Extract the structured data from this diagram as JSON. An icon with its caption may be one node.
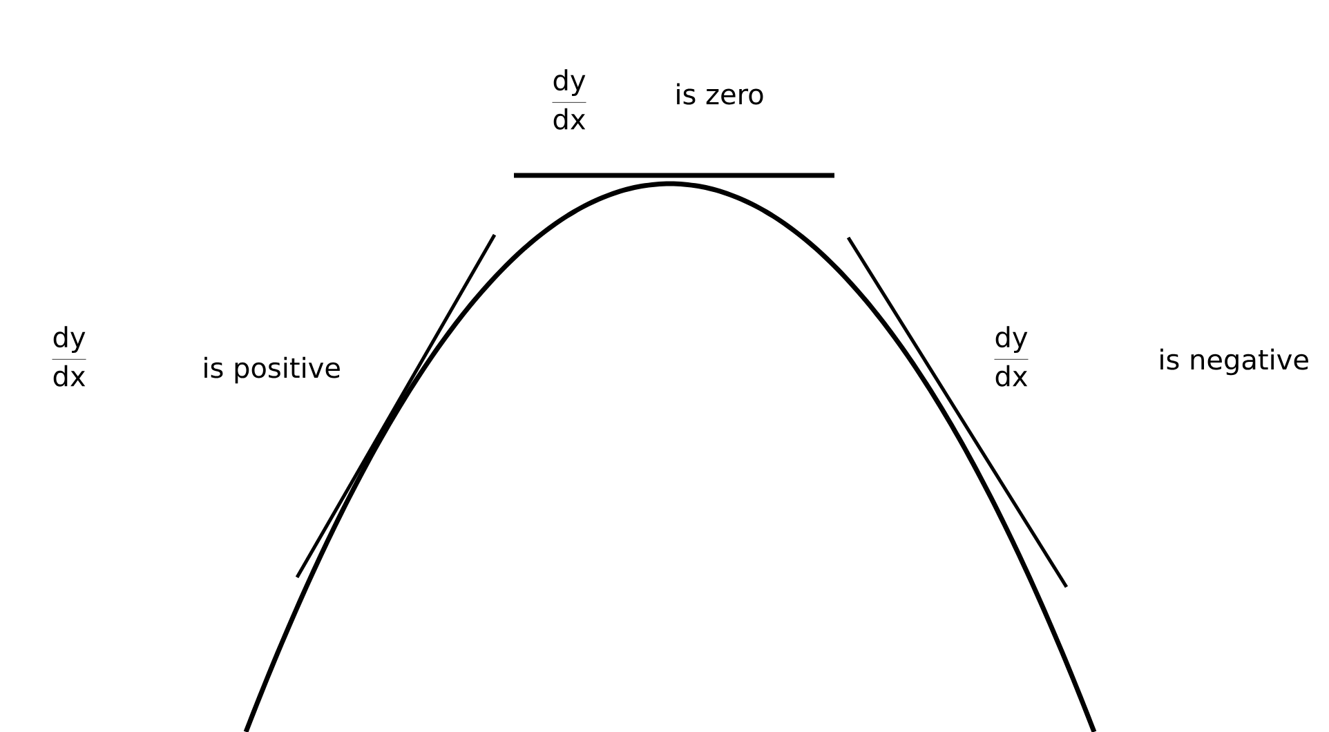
{
  "diagram": {
    "labels": [
      "\\frac{\\mathrm{dy}}{\\mathrm{dx}}",
      "is zero",
      "\\frac{\\mathrm{dy}}{\\mathrm{dx}}",
      "is positive",
      "\\frac{\\mathrm{dy}}{\\mathrm{dx}}",
      "is negative"
    ]
  }
}
